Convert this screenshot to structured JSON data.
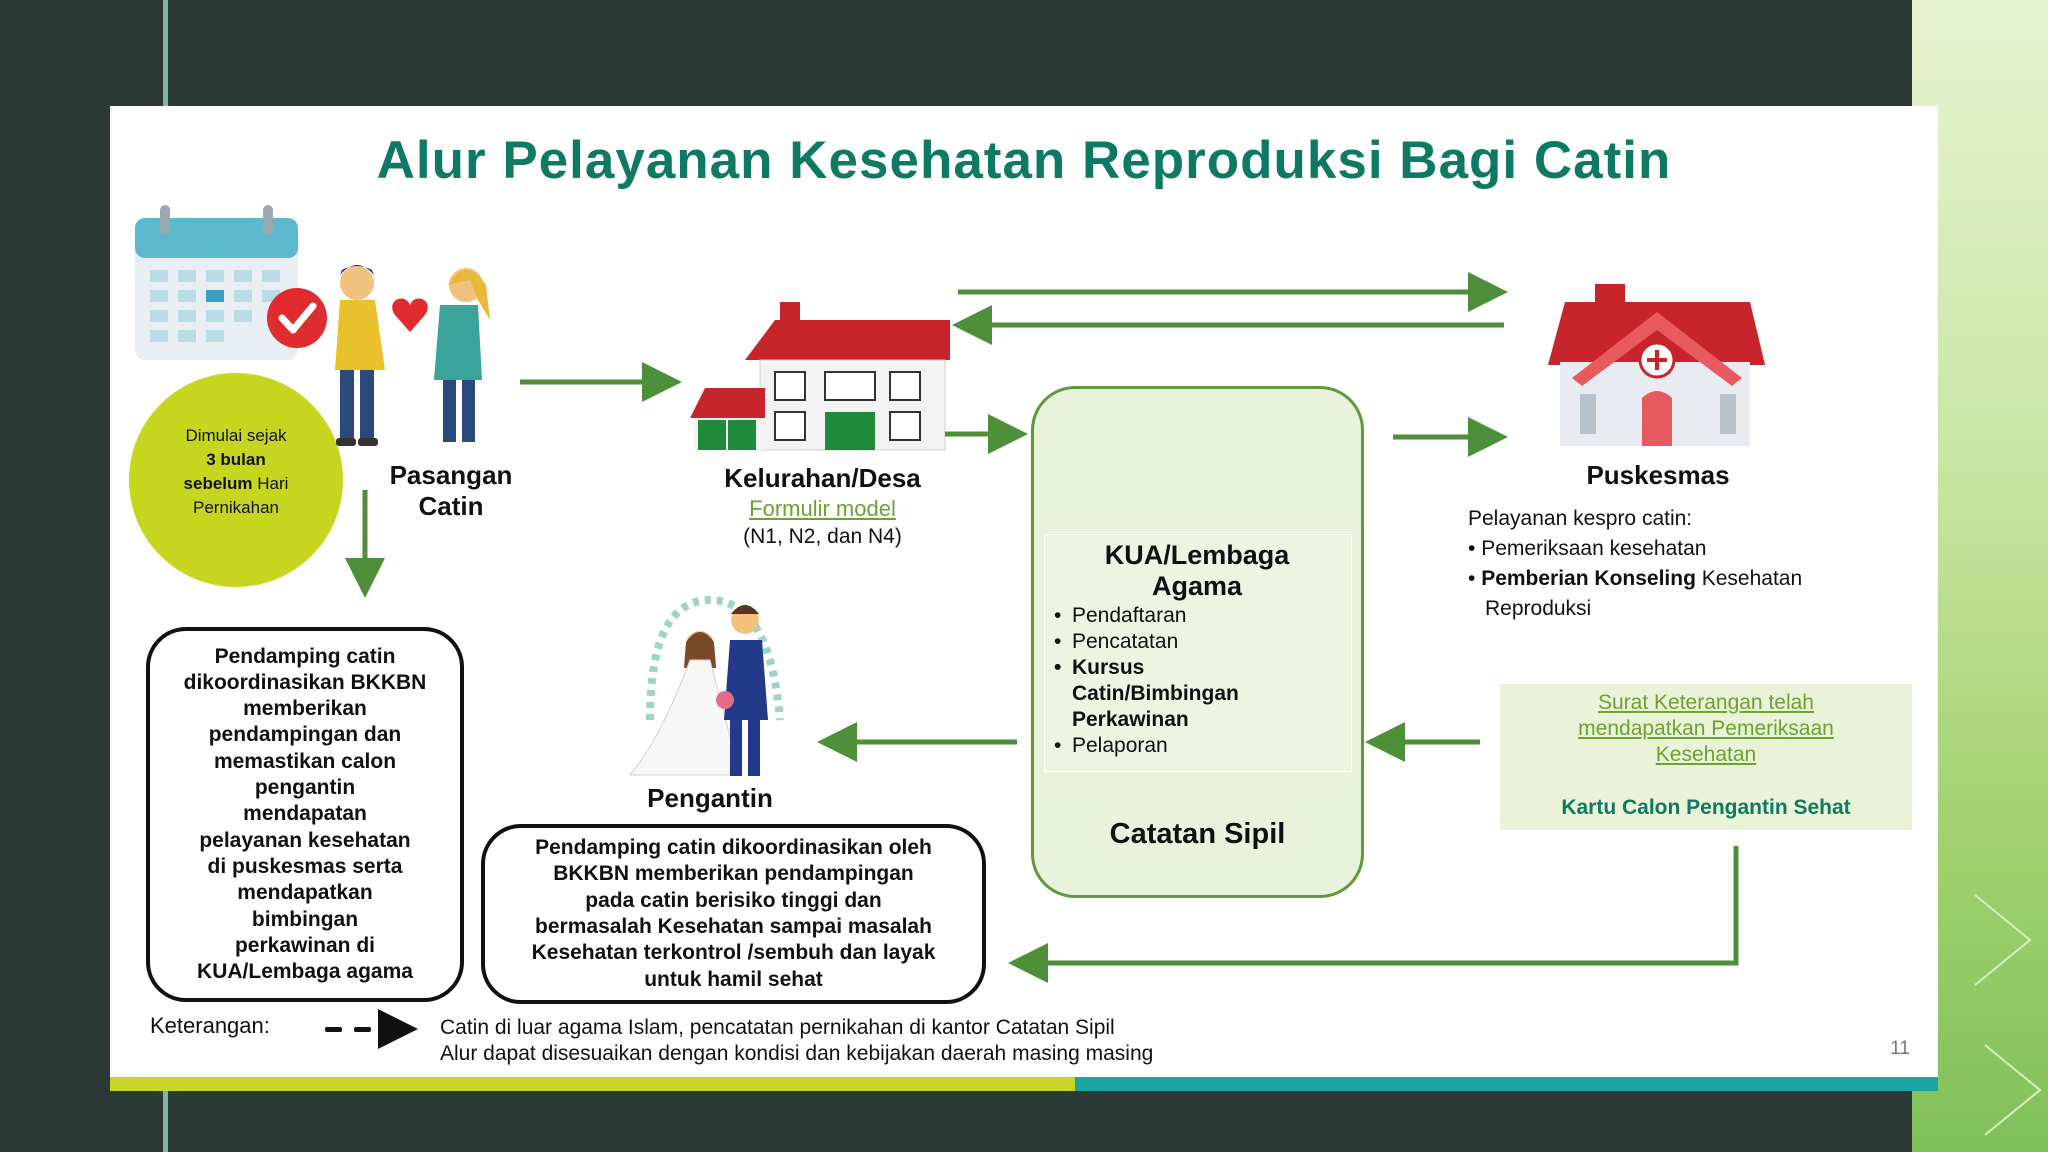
{
  "title": "Alur Pelayanan Kesehatan Reproduksi Bagi Catin",
  "start_circle": {
    "line1": "Dimulai sejak",
    "line2": "3 bulan",
    "line3_bold": "sebelum",
    "line3_rest": "Hari",
    "line4": "Pernikahan"
  },
  "pasangan": {
    "line1": "Pasangan",
    "line2": "Catin"
  },
  "kelurahan": {
    "title": "Kelurahan/Desa",
    "link": "Formulir model",
    "sub": "(N1, N2, dan N4)"
  },
  "kua": {
    "title_line1": "KUA/Lembaga",
    "title_line2": "Agama",
    "items": [
      "Pendaftaran",
      "Pencatatan",
      "Kursus Catin/Bimbingan Perkawinan",
      "Pelaporan"
    ],
    "item3_lines": [
      "Kursus",
      "Catin/Bimbingan",
      "Perkawinan"
    ],
    "footer": "Catatan Sipil"
  },
  "puskesmas": {
    "title": "Puskesmas",
    "intro": "Pelayanan kespro catin:",
    "item1": "Pemeriksaan kesehatan",
    "item2_bold": "Pemberian Konseling",
    "item2_rest": "Kesehatan",
    "item2_line2": "Reproduksi"
  },
  "surat": {
    "link_lines": [
      "Surat Keterangan telah",
      "mendapatkan Pemeriksaan",
      "Kesehatan"
    ],
    "card": "Kartu Calon Pengantin Sehat"
  },
  "pengantin": {
    "label": "Pengantin"
  },
  "box_left": {
    "lines": [
      "Pendamping catin",
      "dikoordinasikan BKKBN",
      "memberikan",
      "pendampingan dan",
      "memastikan calon",
      "pengantin",
      "mendapatan",
      "pelayanan kesehatan",
      "di puskesmas serta",
      "mendapatkan",
      "bimbingan",
      "perkawinan di",
      "KUA/Lembaga agama"
    ]
  },
  "box_center": {
    "lines": [
      "Pendamping catin dikoordinasikan oleh",
      "BKKBN memberikan pendampingan",
      "pada catin berisiko tinggi dan",
      "bermasalah Kesehatan sampai masalah",
      "Kesehatan terkontrol /sembuh dan layak",
      "untuk hamil sehat"
    ]
  },
  "legend": {
    "label": "Keterangan:",
    "line1": "Catin di luar agama Islam, pencatatan pernikahan di kantor Catatan Sipil",
    "line2": "Alur dapat disesuaikan dengan kondisi dan kebijakan daerah masing masing"
  },
  "page_number": "11",
  "colors": {
    "title": "#0f7a63",
    "arrow": "#4e8f3a",
    "link": "#6aa332",
    "circle": "#c6d61f",
    "kua_bg": "#e9f2dd",
    "roof": "#c8242b"
  }
}
